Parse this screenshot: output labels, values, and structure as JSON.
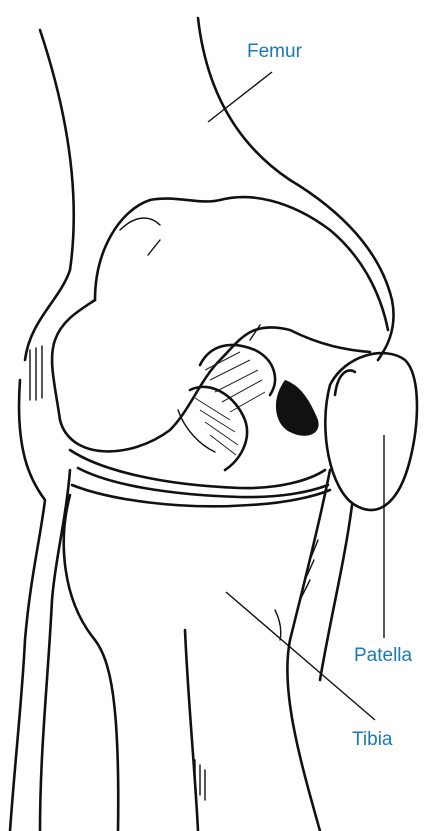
{
  "labels": {
    "femur": "Femur",
    "patella": "Patella",
    "tibia": "Tibia"
  },
  "colors": {
    "label": "#1a7ab8",
    "ink": "#111111",
    "background": "#ffffff"
  }
}
